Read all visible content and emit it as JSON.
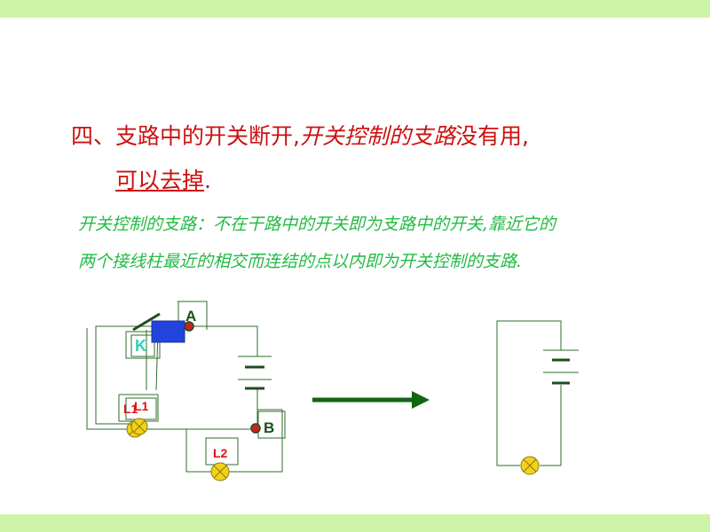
{
  "heading": {
    "prefix": "四、支路中的开关断开,",
    "italic": "开关控制的支路",
    "suffix": "没有用,",
    "line2_underlined": "可以去掉",
    "line2_end": "."
  },
  "note": {
    "line1": "开关控制的支路：不在干路中的开关即为支路中的开关,靠近它的",
    "line2": "两个接线柱最近的相交而连结的点以内即为开关控制的支路."
  },
  "labels": {
    "A": "A",
    "B": "B",
    "K": "K",
    "L1a": "L1",
    "L1b": "L1",
    "L2": "L2"
  },
  "colors": {
    "band": "#ccf5a8",
    "heading": "#cc1111",
    "note": "#22bb44",
    "wire": "#2d6e2d",
    "arrow": "#116611",
    "switch_block": "#2244dd",
    "node": "#cc2222",
    "bulb": "#f2d21a",
    "label_A_B": "#1c4f1c",
    "label_L": "#dd1111",
    "label_K": "#33ccbb"
  }
}
